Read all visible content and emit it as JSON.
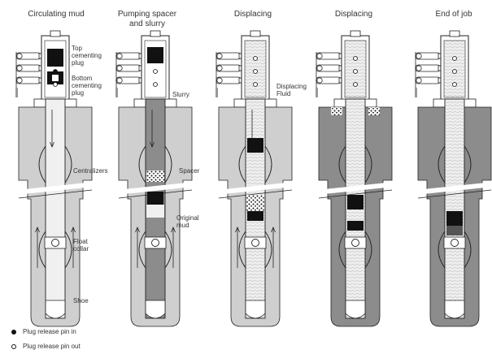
{
  "stages": [
    {
      "title": "Circulating mud"
    },
    {
      "title": "Pumping  spacer and slurry"
    },
    {
      "title": "Displacing"
    },
    {
      "title": "Displacing"
    },
    {
      "title": "End of job"
    }
  ],
  "labels": {
    "top_plug": "Top cementing plug",
    "bottom_plug": "Bottom cementing plug",
    "centralizers": "Centralizers",
    "float_collar": "Float collar",
    "shoe": "Shoe",
    "slurry": "Slurry",
    "spacer": "Spacer",
    "original_mud": "Original mud",
    "displacing_fluid": "Displacing Fluid"
  },
  "legend": {
    "pin_in": "Plug release pin in",
    "pin_out": "Plug release pin out"
  },
  "colors": {
    "cement": "#8c8c8c",
    "mud": "#f0f0f0",
    "annulus_mud": "#cfcfcf",
    "outline": "#222222"
  }
}
